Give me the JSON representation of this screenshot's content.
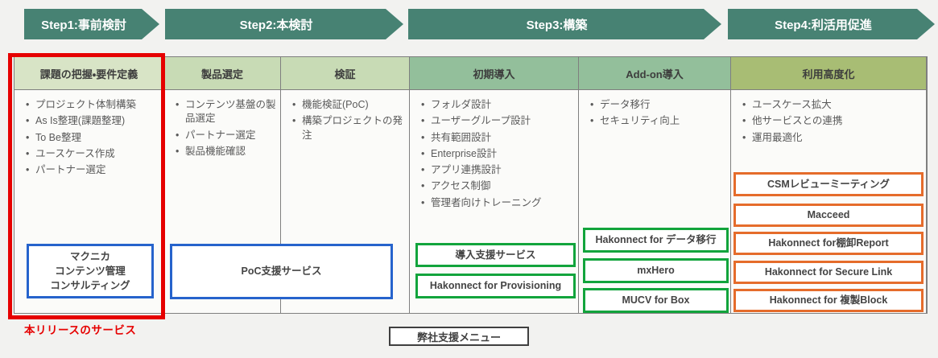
{
  "steps": [
    {
      "label": "Step1:事前検討"
    },
    {
      "label": "Step2:本検討"
    },
    {
      "label": "Step3:構築"
    },
    {
      "label": "Step4:利活用促進"
    }
  ],
  "columns": [
    {
      "header": "課題の把握・要件定義",
      "bullets": [
        "プロジェクト体制構築",
        "As Is整理(課題整理)",
        "To Be整理",
        "ユースケース作成",
        "パートナー選定"
      ]
    },
    {
      "header": "製品選定",
      "bullets": [
        "コンテンツ基盤の製品選定",
        "パートナー選定",
        "製品機能確認"
      ]
    },
    {
      "header": "検証",
      "bullets": [
        "機能検証(PoC)",
        "構築プロジェクトの発注"
      ]
    },
    {
      "header": "初期導入",
      "bullets": [
        "フォルダ設計",
        "ユーザーグループ設計",
        "共有範囲設計",
        "Enterprise設計",
        "アプリ連携設計",
        "アクセス制御",
        "管理者向けトレーニング"
      ]
    },
    {
      "header": "Add-on導入",
      "bullets": [
        "データ移行",
        "セキュリティ向上"
      ]
    },
    {
      "header": "利用高度化",
      "bullets": [
        "ユースケース拡大",
        "他サービスとの連携",
        "運用最適化"
      ]
    }
  ],
  "boxes": {
    "consulting": [
      "マクニカ",
      "コンテンツ管理",
      "コンサルティング"
    ],
    "poc": "PoC支援サービス",
    "deployment": [
      "導入支援サービス",
      "Hakonnect for Provisioning"
    ],
    "addon": [
      "Hakonnect for データ移行",
      "mxHero",
      "MUCV for Box"
    ],
    "advanced": [
      "CSMレビューミーティング",
      "Macceed",
      "Hakonnect for棚卸Report",
      "Hakonnect for Secure Link",
      "Hakonnect for 複製Block"
    ]
  },
  "legend": {
    "release_note": "本リリースのサービス",
    "menu_label": "弊社支援メニュー"
  },
  "colors": {
    "step_arrow": "#478273",
    "highlight_red": "#e60000",
    "box_blue": "#2663cc",
    "box_green": "#12a43c",
    "box_orange": "#e56c2b"
  }
}
